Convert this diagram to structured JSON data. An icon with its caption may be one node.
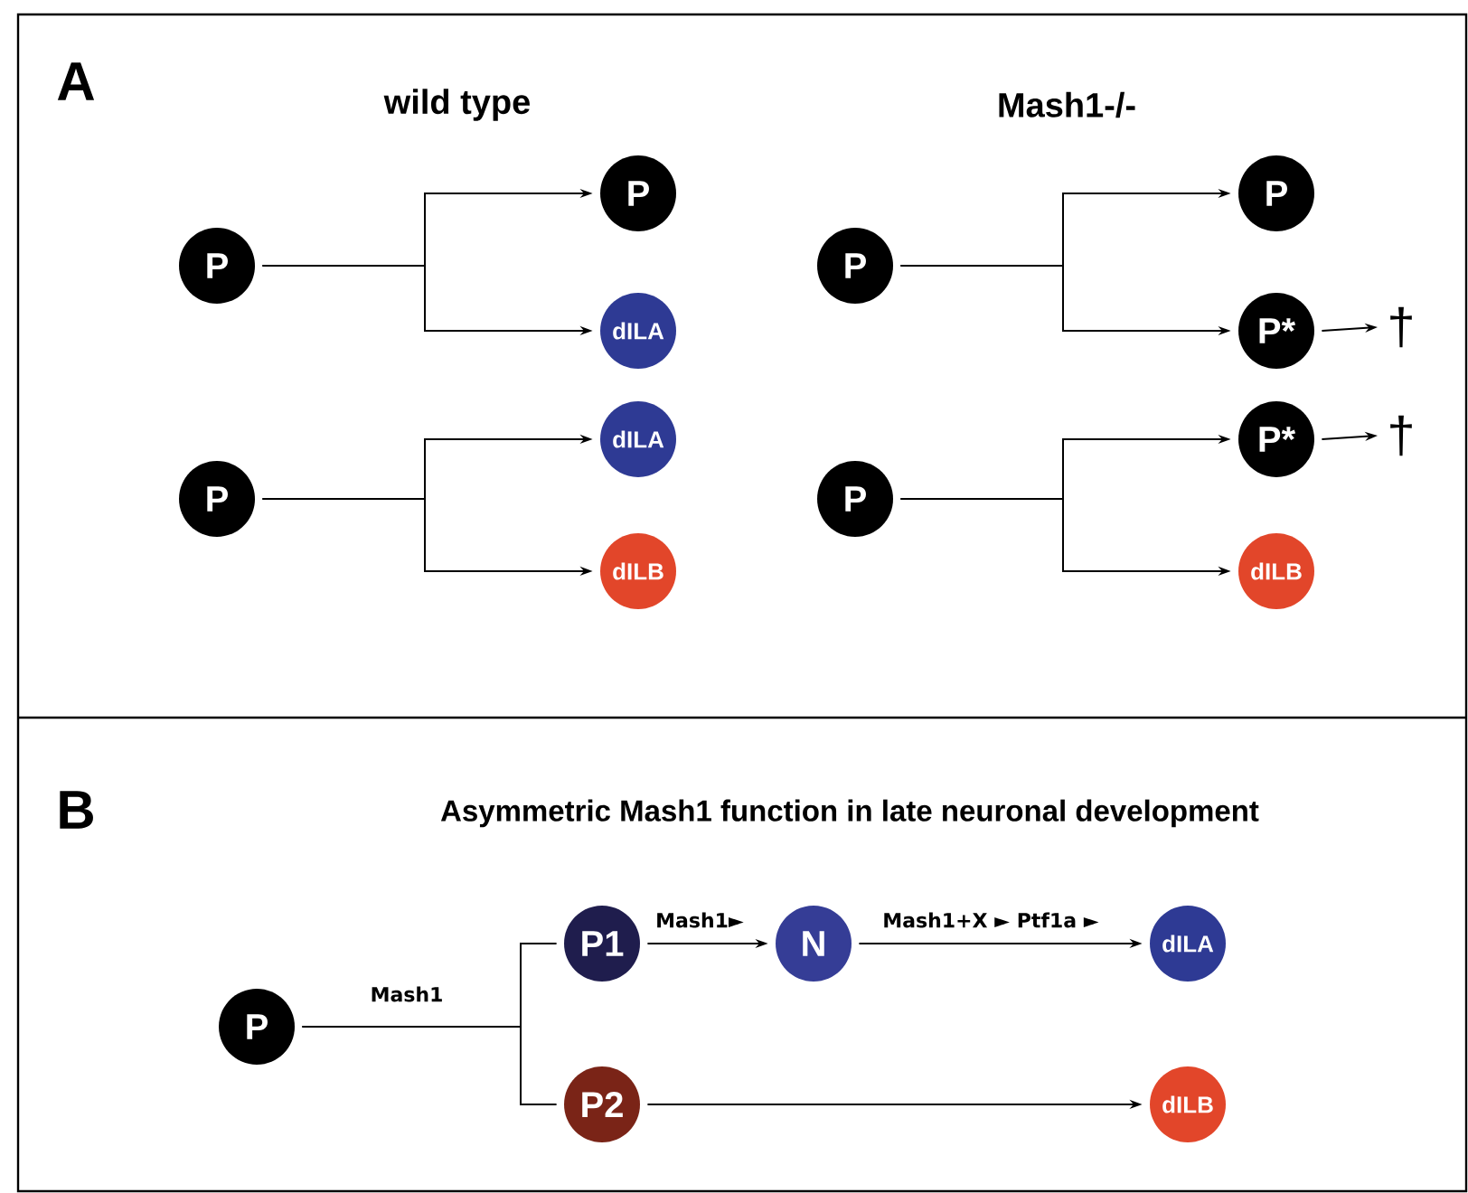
{
  "diagram": {
    "nodes": [
      {
        "text": [
          "P"
        ]
      },
      {
        "text": [
          "P"
        ]
      },
      {
        "text": [
          "dILA"
        ]
      },
      {
        "text": [
          "P"
        ]
      },
      {
        "text": [
          "dILA"
        ]
      },
      {
        "text": [
          "dILB"
        ]
      },
      {
        "text": [
          "P"
        ]
      },
      {
        "text": [
          "P"
        ]
      },
      {
        "text": [
          "P*"
        ]
      },
      {
        "text": [
          "†"
        ]
      },
      {
        "text": [
          "P"
        ]
      },
      {
        "text": [
          "P*"
        ]
      },
      {
        "text": [
          "†"
        ]
      },
      {
        "text": [
          "dILB"
        ]
      },
      {
        "text": [
          "P"
        ]
      },
      {
        "text": [
          "P1"
        ]
      },
      {
        "text": [
          "N"
        ]
      },
      {
        "text": [
          "dILA"
        ]
      },
      {
        "text": [
          "P2"
        ]
      },
      {
        "text": [
          "dILB"
        ]
      }
    ],
    "edges": [
      {
        "from": 0,
        "to": 1,
        "arrow": "to"
      },
      {
        "from": 0,
        "to": 2,
        "arrow": "to"
      },
      {
        "from": 3,
        "to": 4,
        "arrow": "to"
      },
      {
        "from": 3,
        "to": 5,
        "arrow": "to"
      },
      {
        "from": 6,
        "to": 7,
        "arrow": "to"
      },
      {
        "from": 6,
        "to": 8,
        "arrow": "to"
      },
      {
        "from": 8,
        "to": 9,
        "arrow": "to"
      },
      {
        "from": 10,
        "to": 11,
        "arrow": "to"
      },
      {
        "from": 10,
        "to": 13,
        "arrow": "to"
      },
      {
        "from": 11,
        "to": 12,
        "arrow": "to"
      },
      {
        "from": 14,
        "to": 15,
        "arrow": "none",
        "label": "Mash1"
      },
      {
        "from": 14,
        "to": 18,
        "arrow": "none"
      },
      {
        "from": 15,
        "to": 16,
        "arrow": "to",
        "label": "Mash1►"
      },
      {
        "from": 16,
        "to": 17,
        "arrow": "to",
        "label": "Mash1+X ► Ptf1a ►"
      },
      {
        "from": 18,
        "to": 19,
        "arrow": "to"
      }
    ],
    "labels": [
      "A",
      "wild type",
      "Mash1-/-",
      "B",
      "Asymmetric Mash1 function in late neuronal development"
    ]
  }
}
